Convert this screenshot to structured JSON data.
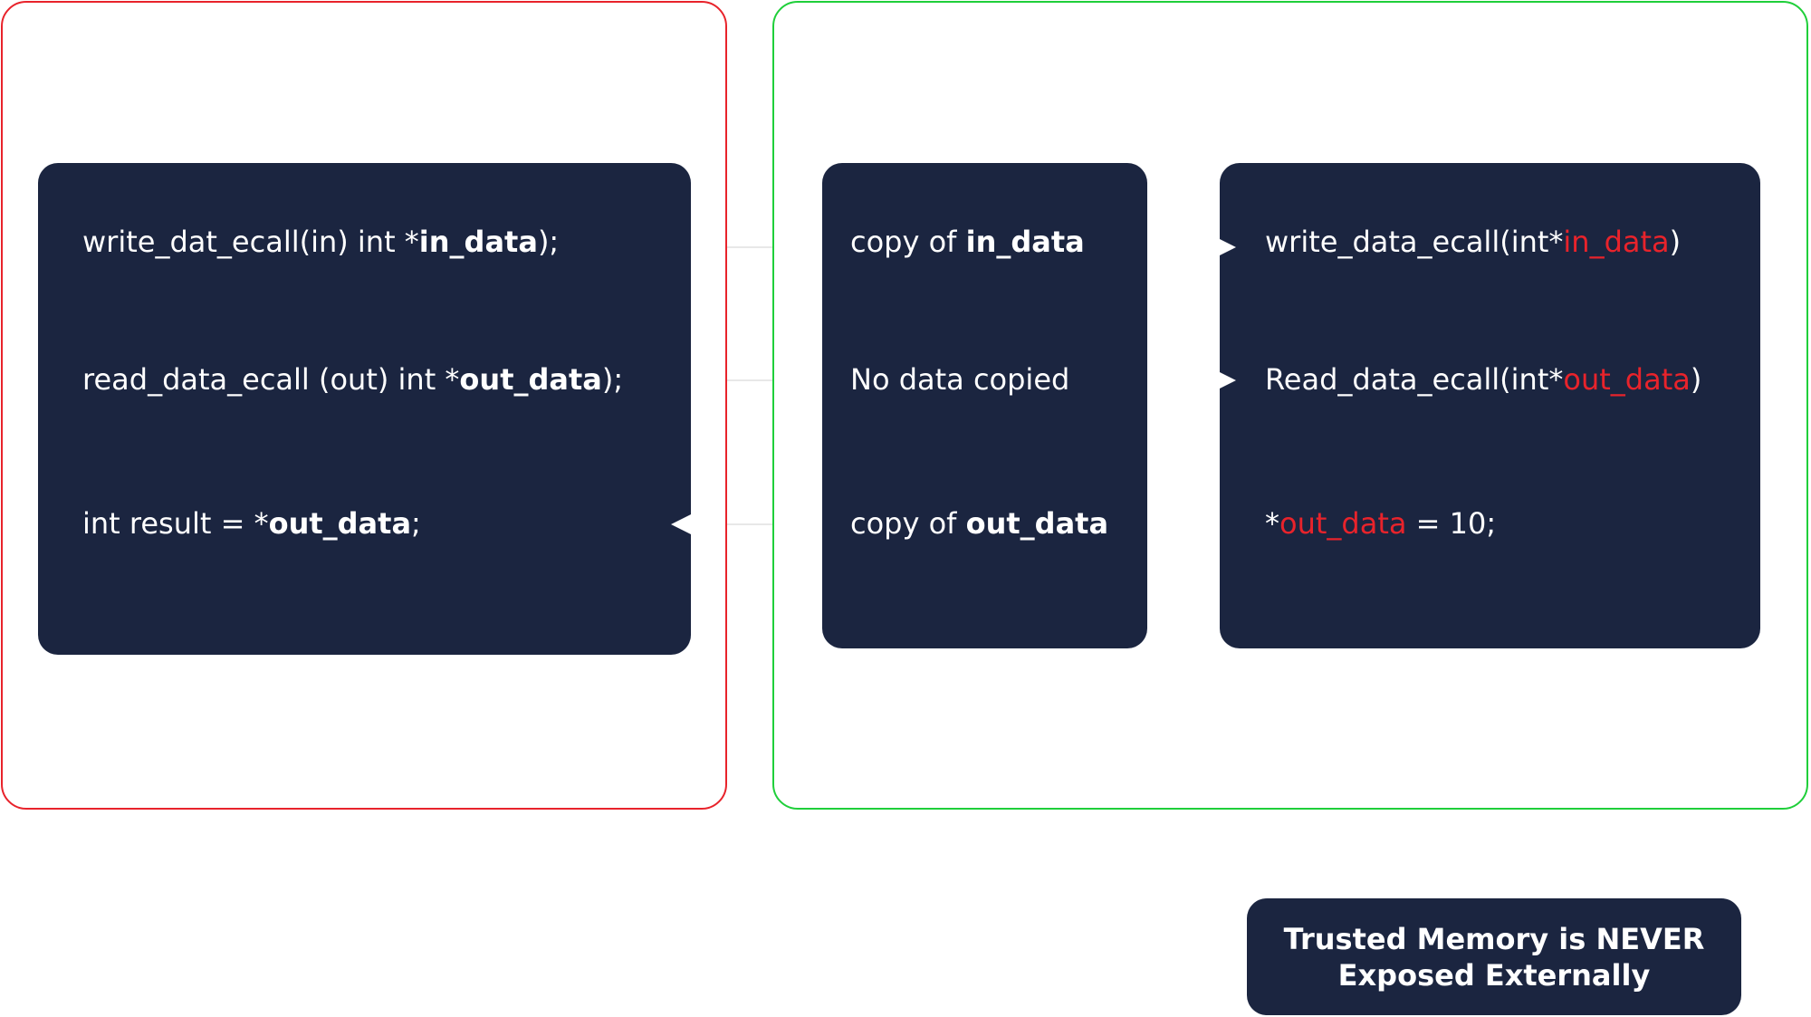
{
  "colors": {
    "panel": "#1b2540",
    "untrusted_border": "#e8232b",
    "trusted_border": "#1fcf3a",
    "highlight": "#e8232b",
    "text": "#ffffff"
  },
  "untrusted": {
    "lines": [
      {
        "prefix": "write_dat_ecall(in) int *",
        "var": "in_data",
        "suffix": ");"
      },
      {
        "prefix": "read_data_ecall (out) int *",
        "var": "out_data",
        "suffix": ");"
      },
      {
        "prefix": "int result = *",
        "var": "out_data",
        "suffix": ";"
      }
    ]
  },
  "bridge": {
    "lines": [
      {
        "prefix": "copy of ",
        "var": "in_data",
        "suffix": ""
      },
      {
        "prefix": "No data copied",
        "var": "",
        "suffix": ""
      },
      {
        "prefix": "copy of ",
        "var": "out_data",
        "suffix": ""
      }
    ]
  },
  "enclave": {
    "lines": [
      {
        "prefix": "write_data_ecall(int*",
        "var": "in_data",
        "suffix": ")"
      },
      {
        "prefix": "Read_data_ecall(int*",
        "var": "out_data",
        "suffix": ")"
      },
      {
        "prefix": "*",
        "var": "out_data",
        "suffix": " = 10;"
      }
    ]
  },
  "note": {
    "text": "Trusted Memory is NEVER\nExposed Externally"
  }
}
